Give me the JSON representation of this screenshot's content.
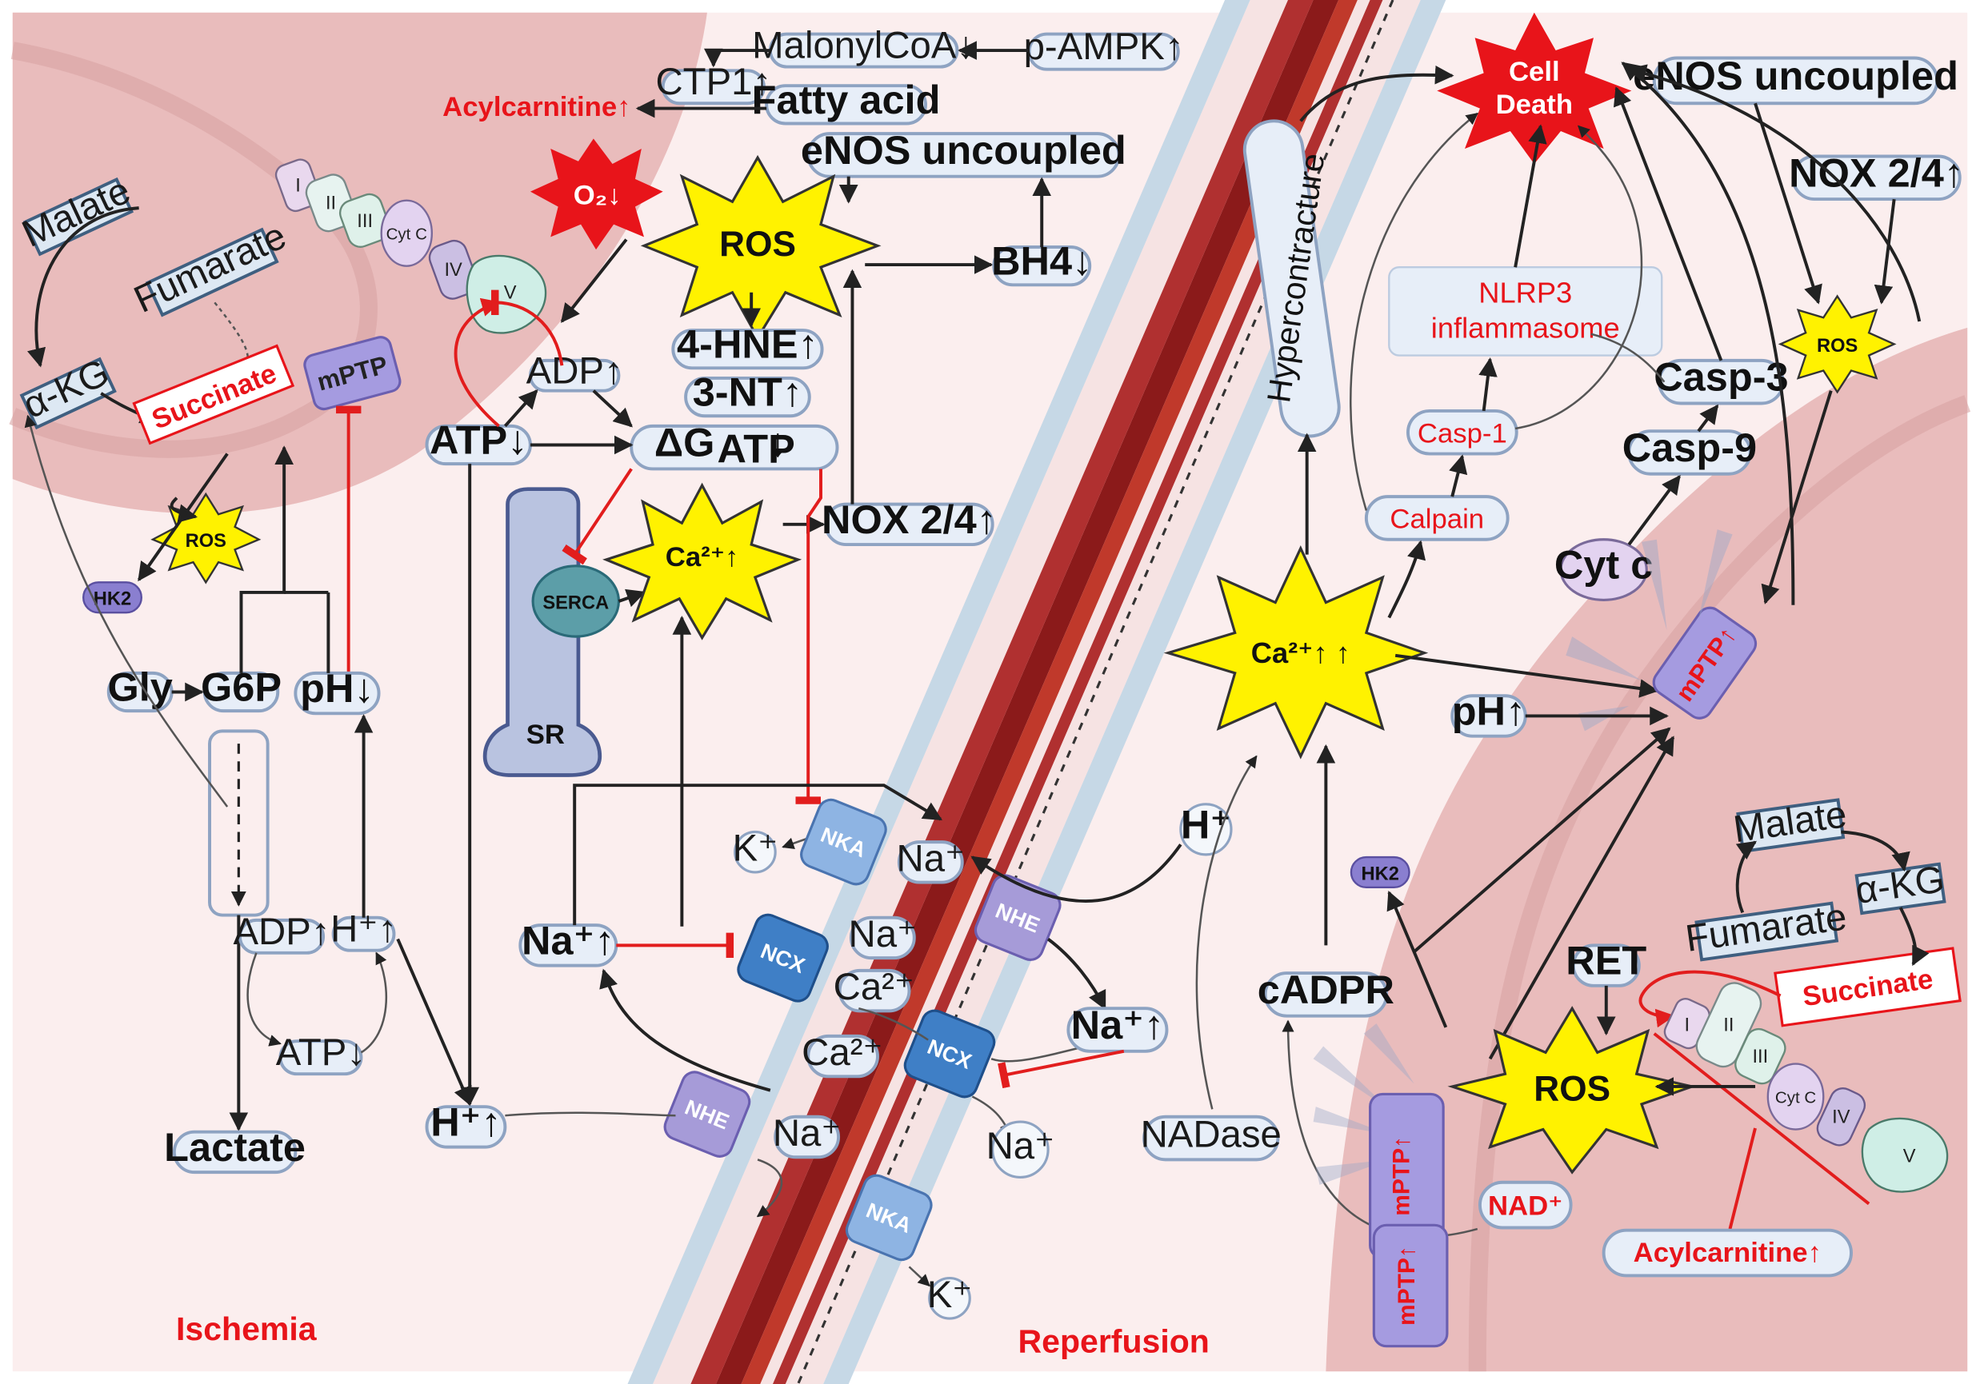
{
  "region_labels": {
    "ischemia": "Ischemia",
    "reperfusion": "Reperfusion"
  },
  "nodes": {
    "malonyl_coa": "MalonylCoA↓",
    "p_ampk": "p-AMPK↑",
    "ctp1": "CTP1↑",
    "acylcarnitine_left": "Acylcarnitine↑",
    "fatty_acid": "Fatty acid",
    "enos_left": "eNOS uncoupled",
    "o2": "O₂↓",
    "ros_center": "ROS",
    "bh4": "BH4↓",
    "hne": "4-HNE↑",
    "nt": "3-NT↑",
    "atp_down": "ATP↓",
    "adp_up_top": "ADP↑",
    "delta_g_main": "ΔG",
    "delta_g_sub": "ATP",
    "delta_g_arrow": "↓",
    "nox_left": "NOX 2/4↑",
    "ca_center": "Ca²⁺↑",
    "serca": "SERCA",
    "sr": "SR",
    "malate_left": "Malate",
    "fumarate_left": "Fumarate",
    "akg_left": "α-KG",
    "succinate_left": "Succinate",
    "mptp_left": "mPTP",
    "ros_left": "ROS",
    "hk2_left": "HK2",
    "gly": "Gly",
    "g6p": "G6P",
    "ph_down": "pH↓",
    "adp_up_glyc": "ADP↑",
    "h_up_glyc": "H⁺↑",
    "atp_down_glyc": "ATP↓",
    "lactate": "Lactate",
    "h_up": "H⁺↑",
    "na_up_left": "Na⁺↑",
    "k_top": "K⁺",
    "na_top": "Na⁺",
    "na_mid": "Na⁺",
    "ca2_a": "Ca²⁺",
    "ca2_b": "Ca²⁺",
    "na_low": "Na⁺",
    "k_bottom": "K⁺",
    "nka": "NKA",
    "ncx": "NCX",
    "nhe": "NHE",
    "h_plus_right": "H⁺",
    "na_up_right": "Na⁺↑",
    "na_right": "Na⁺",
    "hypercontracture": "Hypercontracture",
    "cell_death_1": "Cell",
    "cell_death_2": "Death",
    "enos_right": "eNOS uncoupled",
    "nox_right": "NOX 2/4↑",
    "ros_right_small": "ROS",
    "nlrp3_1": "NLRP3",
    "nlrp3_2": "inflammasome",
    "casp3": "Casp-3",
    "casp1": "Casp-1",
    "casp9": "Casp-9",
    "calpain": "Calpain",
    "cyt_c": "Cyt c",
    "ca_right": "Ca²⁺↑ ↑",
    "mptp_up": "mPTP↑",
    "ph_up": "pH↑",
    "hk2_right": "HK2",
    "cadpr": "cADPR",
    "nadase": "NADase",
    "nad_plus": "NAD⁺",
    "malate_right": "Malate",
    "akg_right": "α-KG",
    "fumarate_right": "Fumarate",
    "succinate_right": "Succinate",
    "ret": "RET",
    "ros_right_big": "ROS",
    "acylcarnitine_right": "Acylcarnitine↑"
  },
  "etc_complexes": [
    "I",
    "II",
    "III",
    "Cyt C",
    "IV",
    "V"
  ],
  "colors": {
    "mito": "#e7b7b7",
    "cytosol": "#fbeeee",
    "star": "#fff200",
    "red_text": "#e8141a",
    "pill": "#e7eef8",
    "membrane": "#b9cfdc",
    "vessel": "#8b1a1a"
  }
}
